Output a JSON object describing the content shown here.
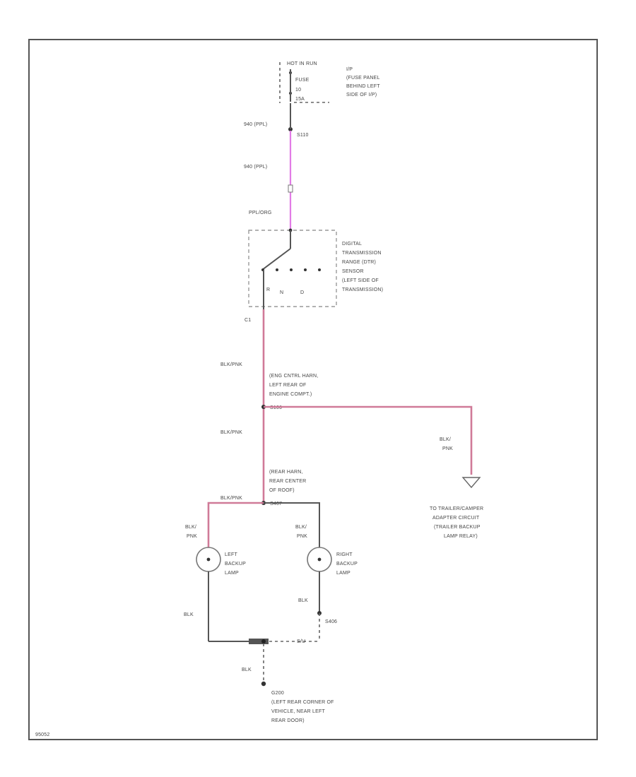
{
  "fuse": {
    "hot": "HOT IN RUN",
    "lines": [
      "FUSE",
      "10",
      "15A"
    ],
    "desc": [
      "I/P",
      "(FUSE PANEL",
      "BEHIND LEFT",
      "SIDE OF I/P)"
    ]
  },
  "wires": {
    "w1": "940 (PPL)",
    "w2": "940 (PPL)",
    "w3": "PPL/ORG",
    "w4": "BLK/PNK",
    "w5": "BLK/PNK",
    "w6": "BLK/PNK",
    "w7": [
      "BLK/",
      "PNK"
    ],
    "w8": [
      "BLK/",
      "PNK"
    ],
    "w9": [
      "BLK/",
      "PNK"
    ],
    "w10": "BLK",
    "w11": "BLK",
    "w12": "BLK"
  },
  "splices": {
    "s1": "S110",
    "s2": "S106",
    "s3": "S407",
    "s4": "S406"
  },
  "switch": {
    "label": [
      "DIGITAL",
      "TRANSMISSION",
      "RANGE (DTR)",
      "SENSOR",
      "(LEFT SIDE OF",
      "TRANSMISSION)"
    ],
    "pos": [
      "R",
      "N",
      "D"
    ],
    "pin": "C1"
  },
  "harness1": [
    "(ENG CNTRL HARN,",
    "LEFT REAR OF",
    "ENGINE COMPT.)"
  ],
  "harness2": [
    "(REAR HARN,",
    "REAR CENTER",
    "OF ROOF)"
  ],
  "lamps": {
    "left": [
      "LEFT",
      "BACKUP",
      "LAMP"
    ],
    "right": [
      "RIGHT",
      "BACKUP",
      "LAMP"
    ]
  },
  "trailer": [
    "TO TRAILER/CAMPER",
    "ADAPTER CIRCUIT",
    "(TRAILER BACKUP",
    "LAMP RELAY)"
  ],
  "ground_split": "S/U",
  "ground": [
    "G200",
    "(LEFT REAR CORNER OF",
    "VEHICLE, NEAR LEFT",
    "REAR DOOR)"
  ],
  "figure_id": "95052",
  "colors": {
    "pink": "#d07a98",
    "violet": "#e27be6",
    "line": "#555555"
  }
}
